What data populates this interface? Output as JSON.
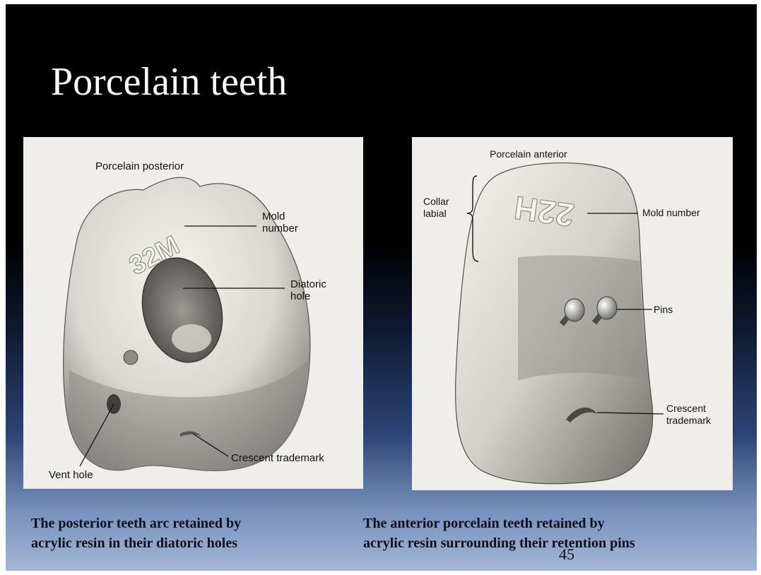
{
  "slide": {
    "title": "Porcelain teeth",
    "page_number": "45"
  },
  "left_figure": {
    "heading": "Porcelain posterior",
    "mold_number_label": "Mold\nnumber",
    "diatoric_hole_label": "Diatoric\nhole",
    "crescent_label": "Crescent trademark",
    "vent_hole_label": "Vent hole",
    "engraved_code": "32M"
  },
  "right_figure": {
    "heading": "Porcelain anterior",
    "collar_label": "Collar\nlabial",
    "mold_number_label": "Mold number",
    "pins_label": "Pins",
    "crescent_label": "Crescent\ntrademark",
    "engraved_code": "22H"
  },
  "captions": {
    "left_line1": "The posterior teeth arc retained by",
    "left_line2": "acrylic resin in their diatoric holes",
    "right_line1": "The anterior porcelain teeth retained by",
    "right_line2": "acrylic resin surrounding their retention pins"
  }
}
